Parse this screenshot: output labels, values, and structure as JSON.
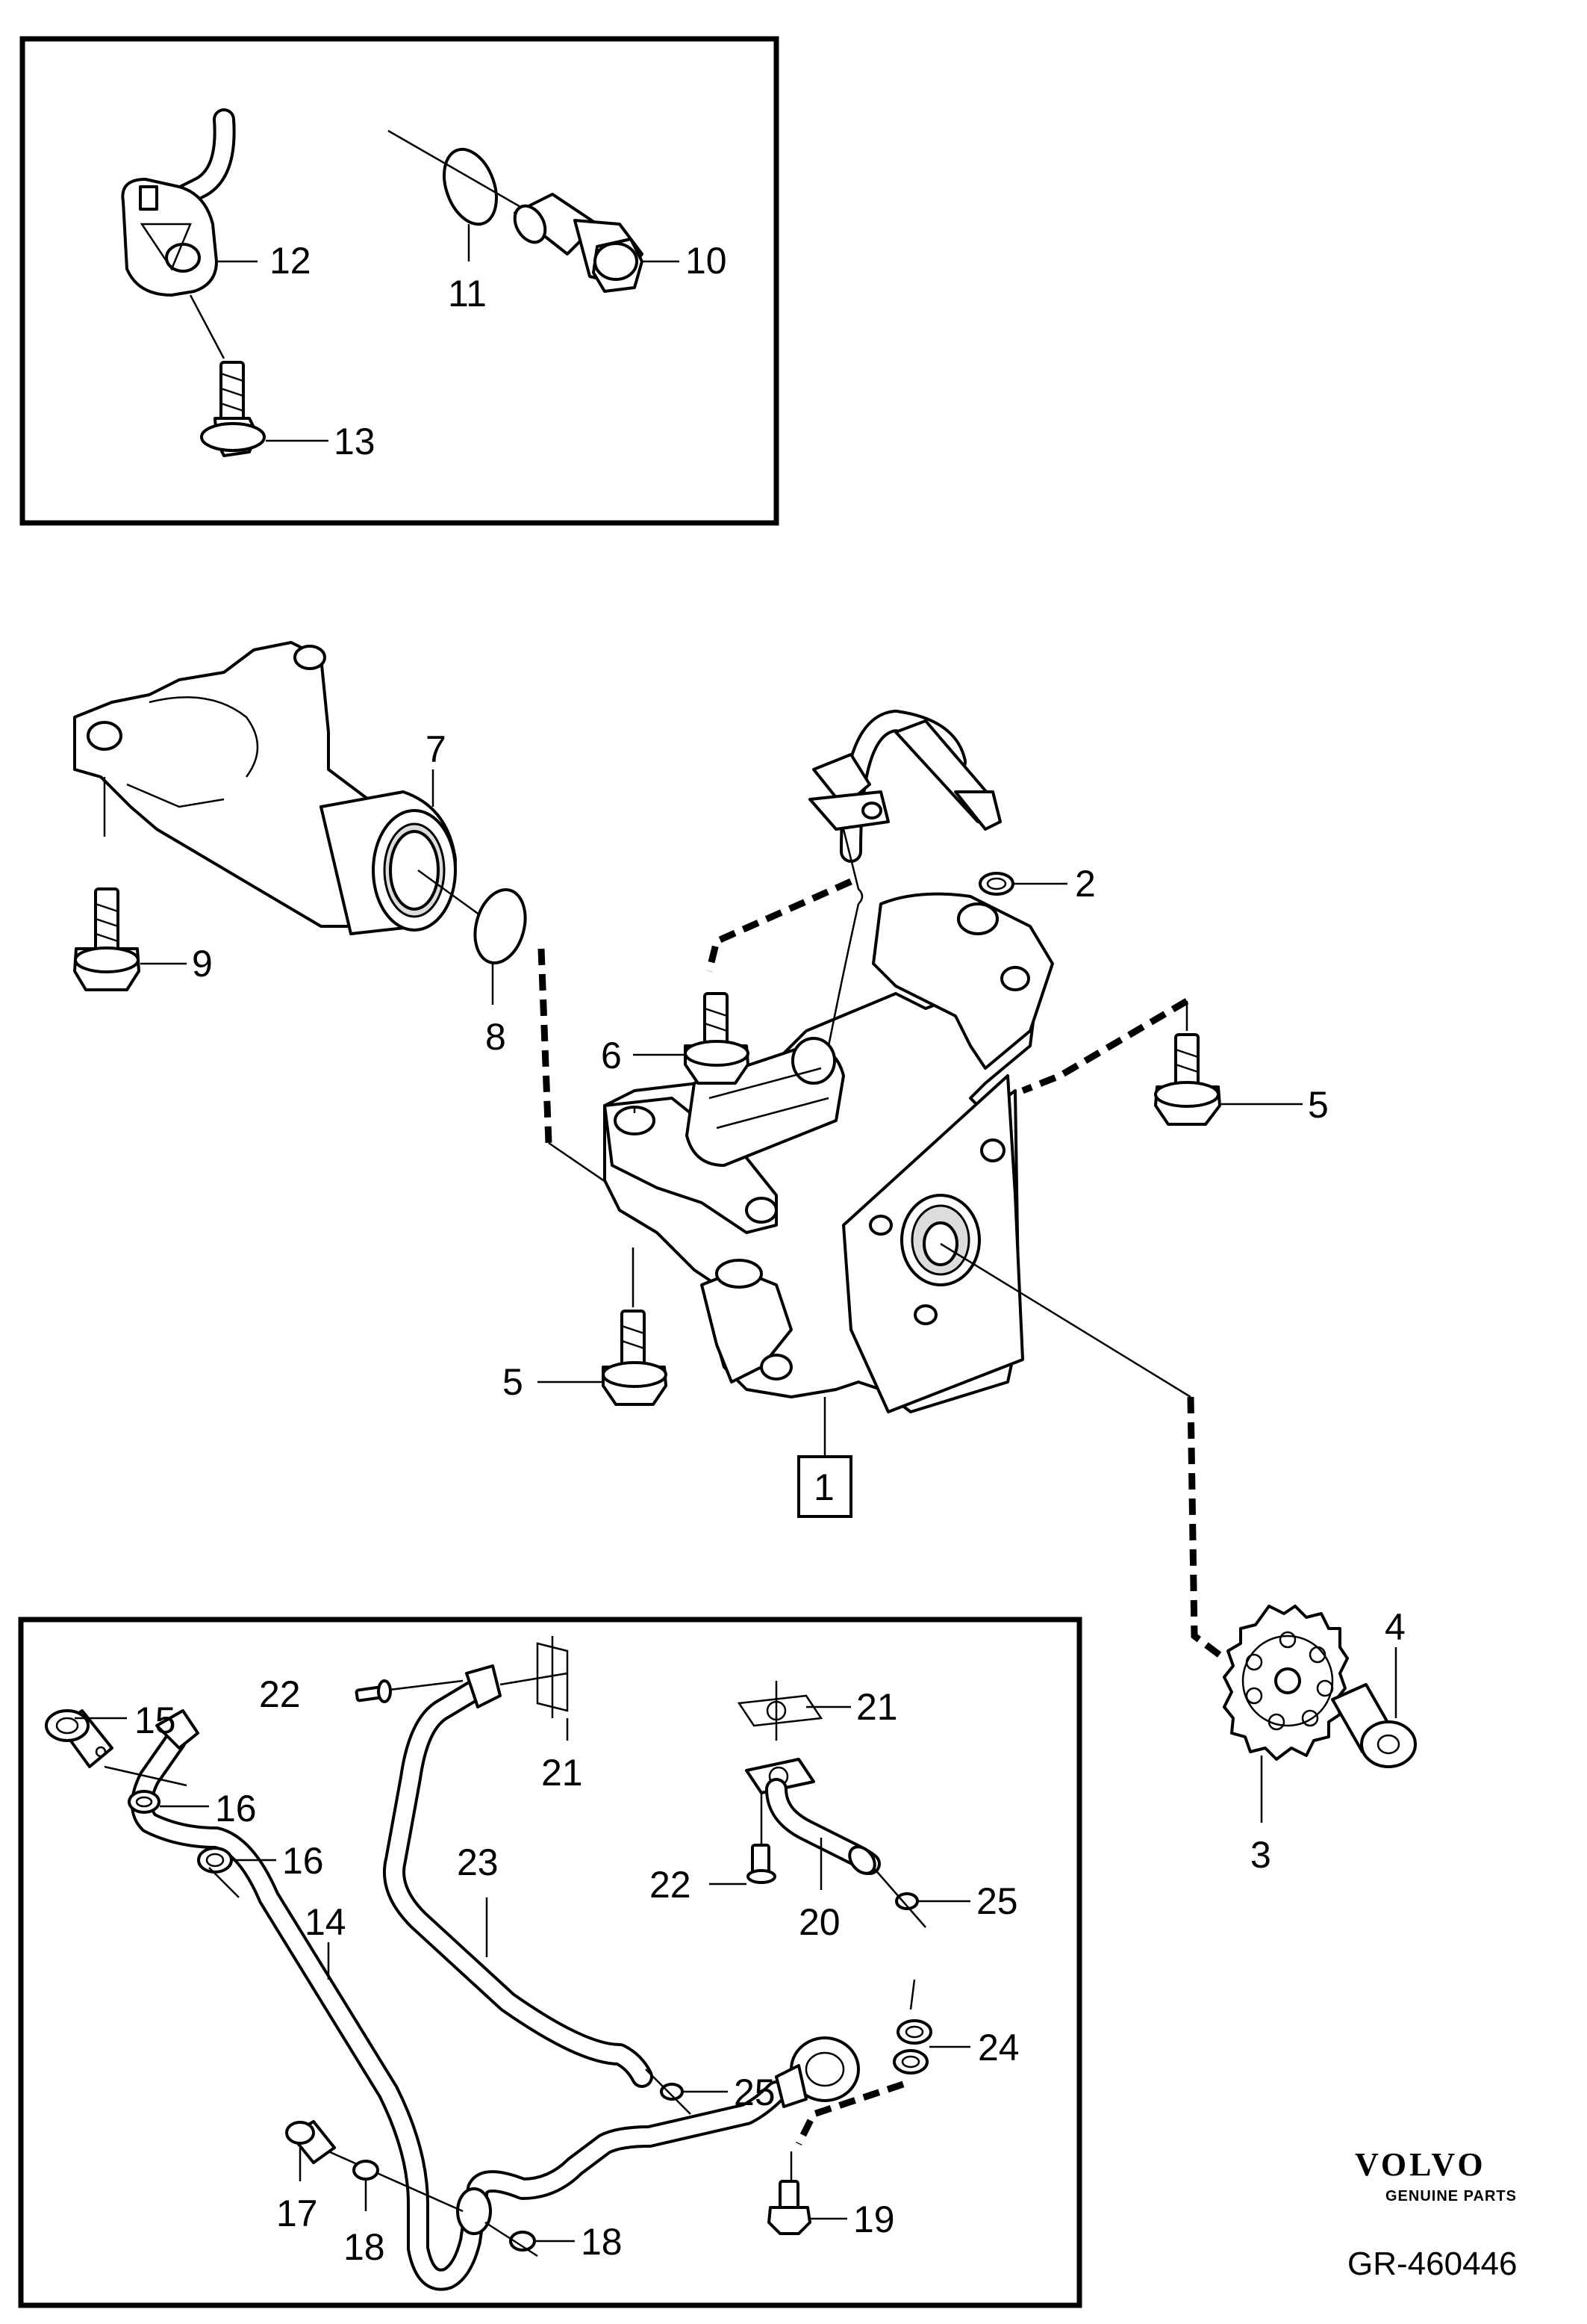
{
  "diagram": {
    "labels": {
      "l1": "1",
      "l2": "2",
      "l3": "3",
      "l4": "4",
      "l5a": "5",
      "l5b": "5",
      "l6": "6",
      "l7": "7",
      "l8": "8",
      "l9": "9",
      "l10": "10",
      "l11": "11",
      "l12": "12",
      "l13": "13",
      "l14": "14",
      "l15": "15",
      "l16a": "16",
      "l16b": "16",
      "l17": "17",
      "l18a": "18",
      "l18b": "18",
      "l19": "19",
      "l20": "20",
      "l21a": "21",
      "l21b": "21",
      "l22a": "22",
      "l22b": "22",
      "l23": "23",
      "l24": "24",
      "l25a": "25",
      "l25b": "25"
    },
    "brand": {
      "name": "VOLVO",
      "subtitle": "GENUINE PARTS"
    },
    "drawing_code": "GR-460446"
  }
}
